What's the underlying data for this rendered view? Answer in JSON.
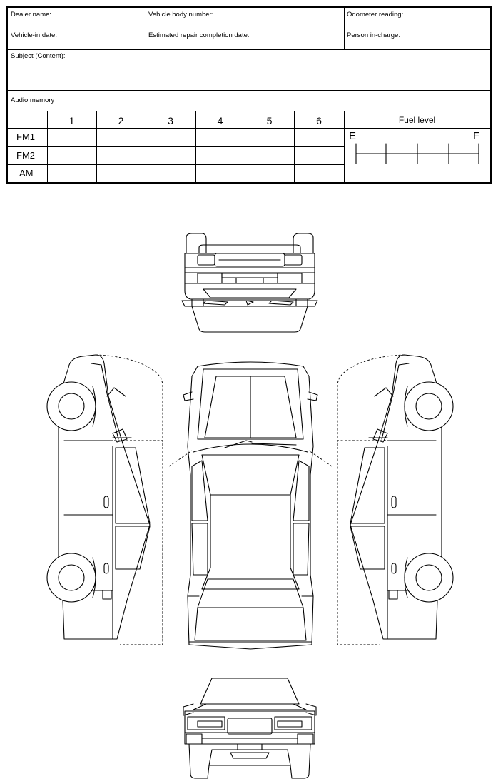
{
  "form": {
    "dealer_name_label": "Dealer name:",
    "vehicle_body_number_label": "Vehicle body number:",
    "odometer_reading_label": "Odometer reading:",
    "vehicle_in_date_label": "Vehicle-in date:",
    "estimated_completion_label": "Estimated repair completion date:",
    "person_in_charge_label": "Person in-charge:",
    "subject_label": "Subject (Content):",
    "audio_memory_label": "Audio memory",
    "presets": [
      "1",
      "2",
      "3",
      "4",
      "5",
      "6"
    ],
    "bands": [
      "FM1",
      "FM2",
      "AM"
    ],
    "fuel_level_label": "Fuel level",
    "fuel_empty": "E",
    "fuel_full": "F"
  }
}
